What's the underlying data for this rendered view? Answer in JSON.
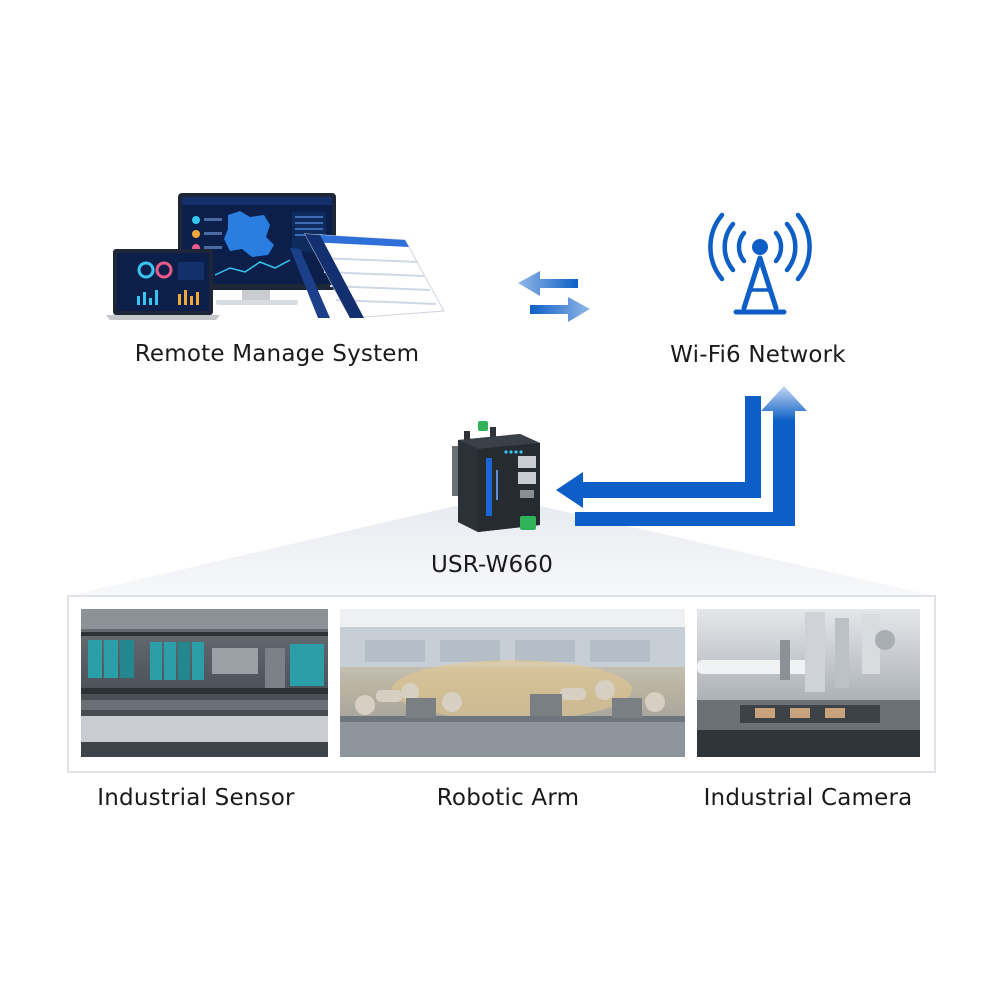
{
  "labels": {
    "remote_system": "Remote Manage System",
    "network": "Wi-Fi6 Network",
    "device": "USR-W660",
    "sensor": "Industrial Sensor",
    "robotic_arm": "Robotic Arm",
    "camera": "Industrial Camera"
  },
  "colors": {
    "arrow_blue": "#0d5fc7",
    "screen_dark": "#0b1f4a",
    "accent_blue": "#1a66d6"
  },
  "icons": {
    "network": "wifi-tower-icon"
  }
}
